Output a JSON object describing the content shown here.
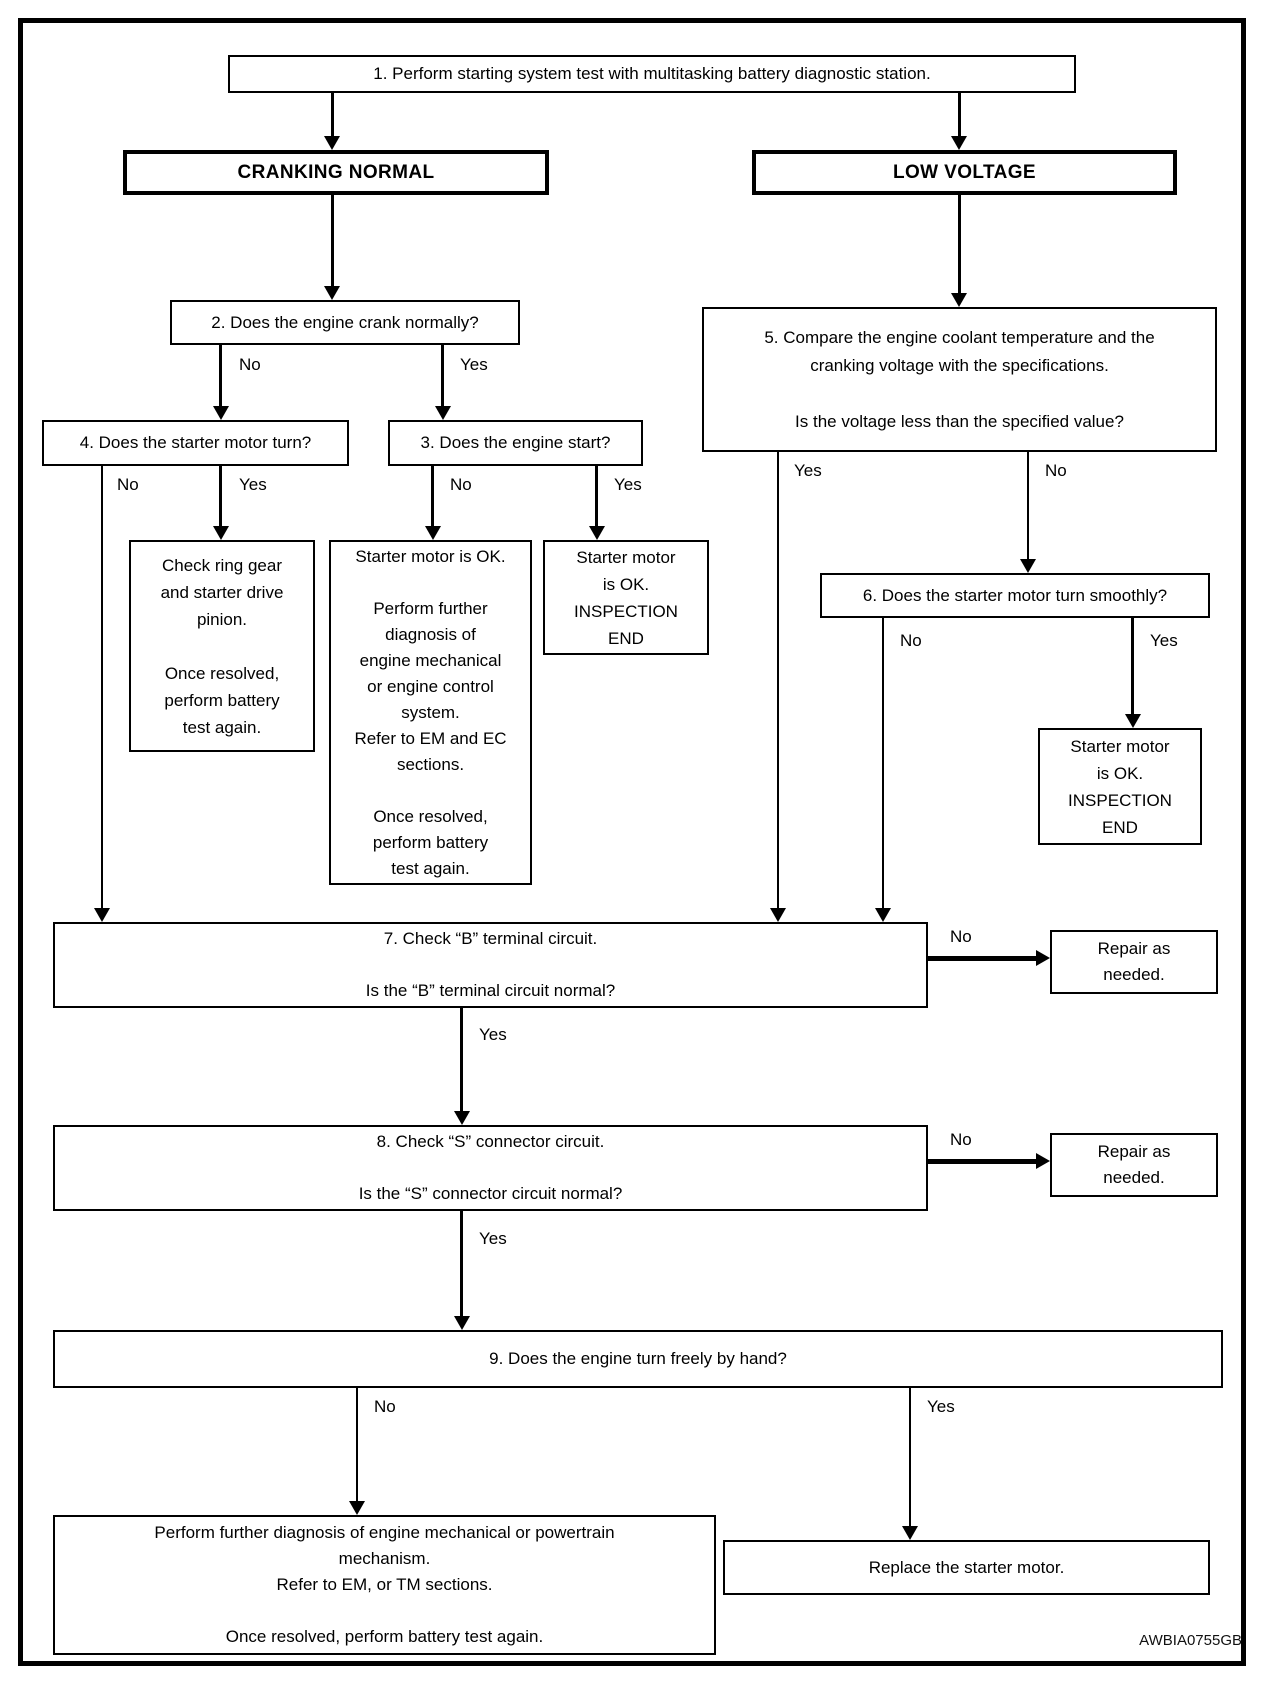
{
  "diagram": {
    "title_hidden": "",
    "watermark": "AWBIA0755GB",
    "edge_labels": {
      "yes": "Yes",
      "no": "No"
    },
    "nodes": {
      "step1": {
        "text": "1. Perform starting system test with multitasking battery diagnostic station."
      },
      "cranking_normal": {
        "text": "CRANKING NORMAL"
      },
      "low_voltage": {
        "text": "LOW VOLTAGE"
      },
      "step2": {
        "text": "2. Does the engine crank normally?"
      },
      "step4": {
        "text": "4. Does the starter motor turn?"
      },
      "step3": {
        "text": "3. Does the engine start?"
      },
      "check_ring_gear": {
        "lines": [
          "Check ring gear",
          "and starter drive",
          "pinion.",
          "",
          "Once resolved,",
          "perform battery",
          "test again."
        ]
      },
      "starter_ok_further_diag": {
        "lines": [
          "Starter motor is OK.",
          "",
          "Perform further",
          "diagnosis of",
          "engine mechanical",
          "or engine control",
          "system.",
          "Refer to EM and EC",
          "sections.",
          "",
          "Once resolved,",
          "perform battery",
          "test again."
        ]
      },
      "inspection_end_1": {
        "lines": [
          "Starter motor",
          "is OK.",
          "INSPECTION",
          "END"
        ]
      },
      "step5": {
        "lines": [
          "5. Compare the engine coolant temperature and the",
          "cranking voltage with the specifications.",
          "",
          "Is the voltage less than the specified value?"
        ]
      },
      "step6": {
        "text": "6. Does the starter motor turn smoothly?"
      },
      "inspection_end_2": {
        "lines": [
          "Starter motor",
          "is OK.",
          "INSPECTION",
          "END"
        ]
      },
      "step7": {
        "lines": [
          "7. Check “B” terminal circuit.",
          "",
          "Is the “B” terminal circuit normal?"
        ]
      },
      "repair_1": {
        "lines": [
          "Repair as",
          "needed."
        ]
      },
      "step8": {
        "lines": [
          "8. Check “S” connector circuit.",
          "",
          "Is the “S” connector circuit normal?"
        ]
      },
      "repair_2": {
        "lines": [
          "Repair as",
          "needed."
        ]
      },
      "step9": {
        "text": "9. Does the engine turn freely by hand?"
      },
      "further_diag_powertrain": {
        "lines": [
          "Perform further diagnosis of engine mechanical or powertrain",
          "mechanism.",
          "Refer to EM, or TM sections.",
          "",
          "Once resolved, perform battery test again."
        ]
      },
      "replace_starter": {
        "text": "Replace the starter motor."
      }
    }
  }
}
